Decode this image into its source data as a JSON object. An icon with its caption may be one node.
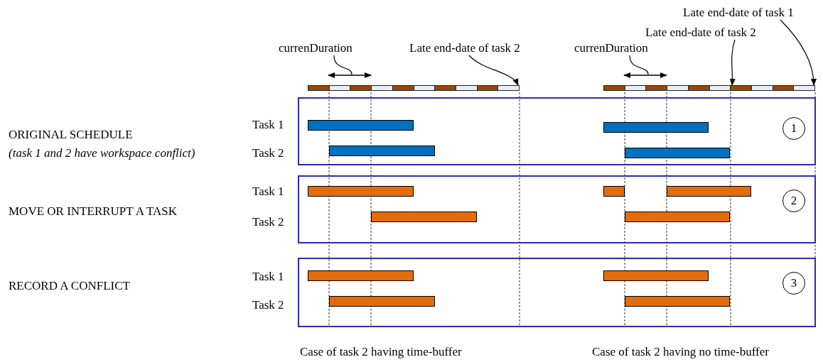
{
  "diagram": {
    "nodes": [
      {
        "text": [
          "currenDuration"
        ]
      },
      {
        "text": [
          "Late end-date of task 2"
        ]
      },
      {
        "text": [
          "currenDuration"
        ]
      },
      {
        "text": [
          "Late end-date of task 2"
        ]
      },
      {
        "text": [
          "Late end-date of task 1"
        ]
      },
      {
        "text": [],
        "shape": "box"
      },
      {
        "text": [
          "1"
        ],
        "in": 5
      },
      {
        "text": [],
        "shape": "bar",
        "in": 5
      },
      {
        "text": [],
        "shape": "bar",
        "in": 5
      },
      {
        "text": [],
        "shape": "bar",
        "in": 5
      },
      {
        "text": [],
        "shape": "bar",
        "in": 5
      },
      {
        "text": [],
        "shape": "box"
      },
      {
        "text": [
          "2"
        ],
        "in": 11
      },
      {
        "text": [],
        "shape": "bar",
        "in": 11
      },
      {
        "text": [],
        "shape": "bar",
        "in": 11
      },
      {
        "text": [],
        "shape": "bar",
        "in": 11
      },
      {
        "text": [],
        "shape": "bar",
        "in": 11
      },
      {
        "text": [],
        "shape": "bar",
        "in": 11
      },
      {
        "text": [],
        "shape": "box"
      },
      {
        "text": [
          "3"
        ],
        "in": 18
      },
      {
        "text": [],
        "shape": "bar",
        "in": 18
      },
      {
        "text": [],
        "shape": "bar",
        "in": 18
      },
      {
        "text": [],
        "shape": "bar",
        "in": 18
      },
      {
        "text": [],
        "shape": "bar",
        "in": 18
      },
      {
        "text": [],
        "shape": "bar"
      },
      {
        "text": [],
        "shape": "bar"
      }
    ],
    "edges": [
      {
        "from": 0,
        "to": null,
        "arrow": "none"
      },
      {
        "from": 1,
        "to": 24,
        "arrow": "to"
      },
      {
        "from": 2,
        "to": null,
        "arrow": "none"
      },
      {
        "from": 3,
        "to": 25,
        "arrow": "to"
      },
      {
        "from": 4,
        "to": 25,
        "arrow": "to"
      }
    ],
    "labels": [
      "ORIGINAL SCHEDULE",
      "(task 1 and 2 have workspace conflict)",
      "Task 1",
      "Task 2",
      "MOVE OR INTERRUPT A TASK",
      "Task 1",
      "Task 2",
      "RECORD A CONFLICT",
      "Task 1",
      "Task 2",
      "Case of task 2 having time-buffer",
      "Case of task 2 having no time-buffer"
    ]
  }
}
